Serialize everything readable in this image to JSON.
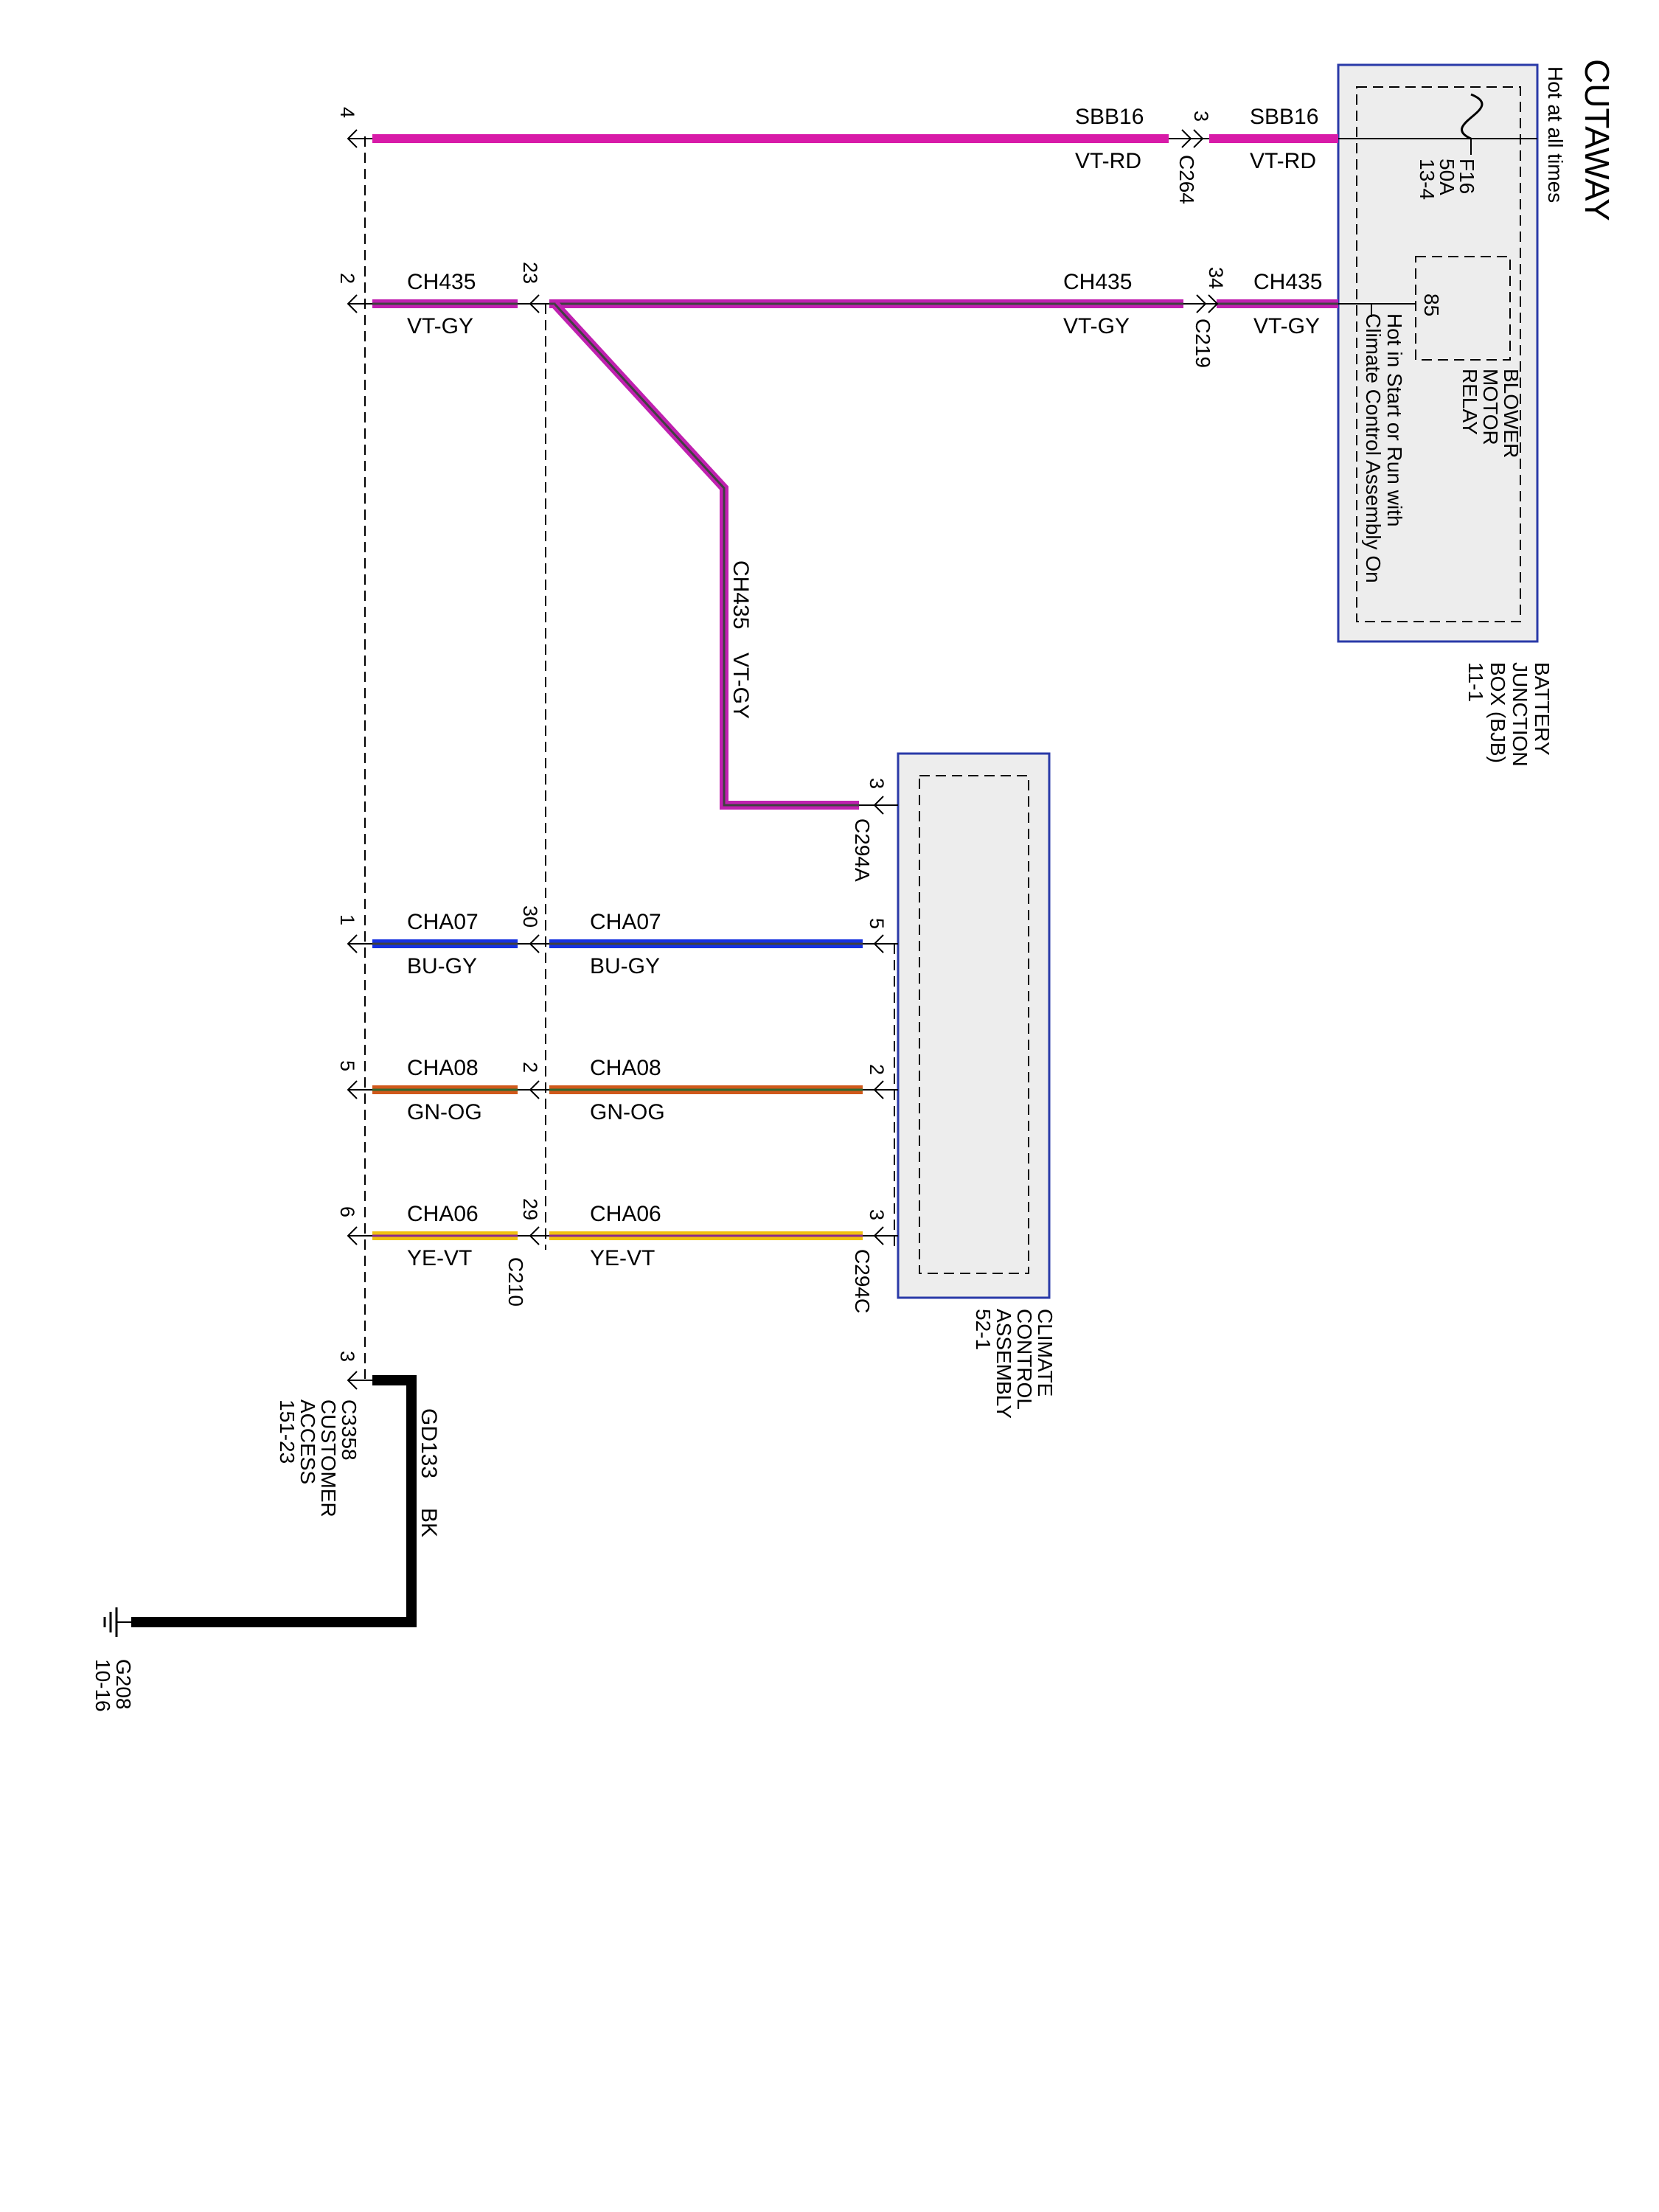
{
  "header": {
    "title": "CUTAWAY",
    "hot_note": "Hot at all times"
  },
  "bjb": {
    "name_lines": [
      "BATTERY",
      "JUNCTION",
      "BOX (BJB)",
      "11-1"
    ],
    "fuse_lines": [
      "F16",
      "50A",
      "13-4"
    ],
    "relay_lines": [
      "BLOWER",
      "MOTOR",
      "RELAY"
    ],
    "relay_pin": "85",
    "relay_note_lines": [
      "Hot in Start or Run with",
      "Climate Control Assembly On"
    ]
  },
  "cca": {
    "name_lines": [
      "CLIMATE",
      "CONTROL",
      "ASSEMBLY",
      "52-1"
    ]
  },
  "connectors": {
    "c264": "C264",
    "c219": "C219",
    "c210": "C210",
    "c294a": "C294A",
    "c294c": "C294C",
    "c3358_lines": [
      "C3358",
      "CUSTOMER",
      "ACCESS",
      "151-23"
    ]
  },
  "pins": {
    "c3358": [
      "4",
      "2",
      "1",
      "5",
      "6",
      "3"
    ],
    "c210": [
      "23",
      "30",
      "2",
      "29"
    ],
    "c264": "3",
    "c219": "34",
    "c294a": "3",
    "c294c": [
      "5",
      "2",
      "3"
    ]
  },
  "wires": [
    {
      "circuit": "SBB16",
      "color": "VT-RD",
      "hex": "#d81ba8"
    },
    {
      "circuit": "CH435",
      "color": "VT-GY",
      "hex": "#c020b0",
      "stripe_hex": "#404040"
    },
    {
      "circuit": "CHA07",
      "color": "BU-GY",
      "hex": "#1530e0"
    },
    {
      "circuit": "CHA08",
      "color": "GN-OG",
      "hex": "#d0581a"
    },
    {
      "circuit": "CHA06",
      "color": "YE-VT",
      "hex": "#f0c010"
    },
    {
      "circuit": "GD133",
      "color": "BK",
      "hex": "#000000"
    }
  ],
  "ground": {
    "id": "G208",
    "ref": "10-16"
  }
}
